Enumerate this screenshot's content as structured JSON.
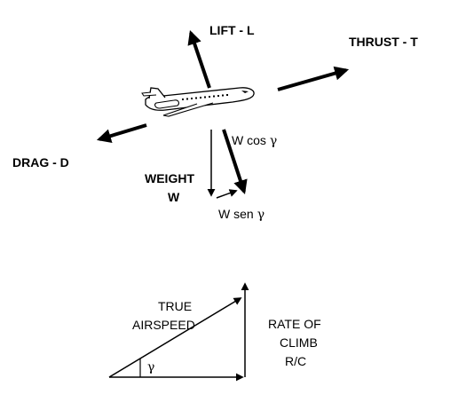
{
  "forces": {
    "lift": "LIFT - L",
    "thrust": "THRUST - T",
    "drag": "DRAG - D",
    "weight_line1": "WEIGHT",
    "weight_line2": "W",
    "w_cos": "W cos",
    "w_sen": "W sen",
    "gamma": "γ"
  },
  "triangle": {
    "hyp_line1": "TRUE",
    "hyp_line2": "AIRSPEED",
    "rc_line1": "RATE OF",
    "rc_line2": "CLIMB",
    "rc_line3": "R/C",
    "angle": "γ"
  }
}
